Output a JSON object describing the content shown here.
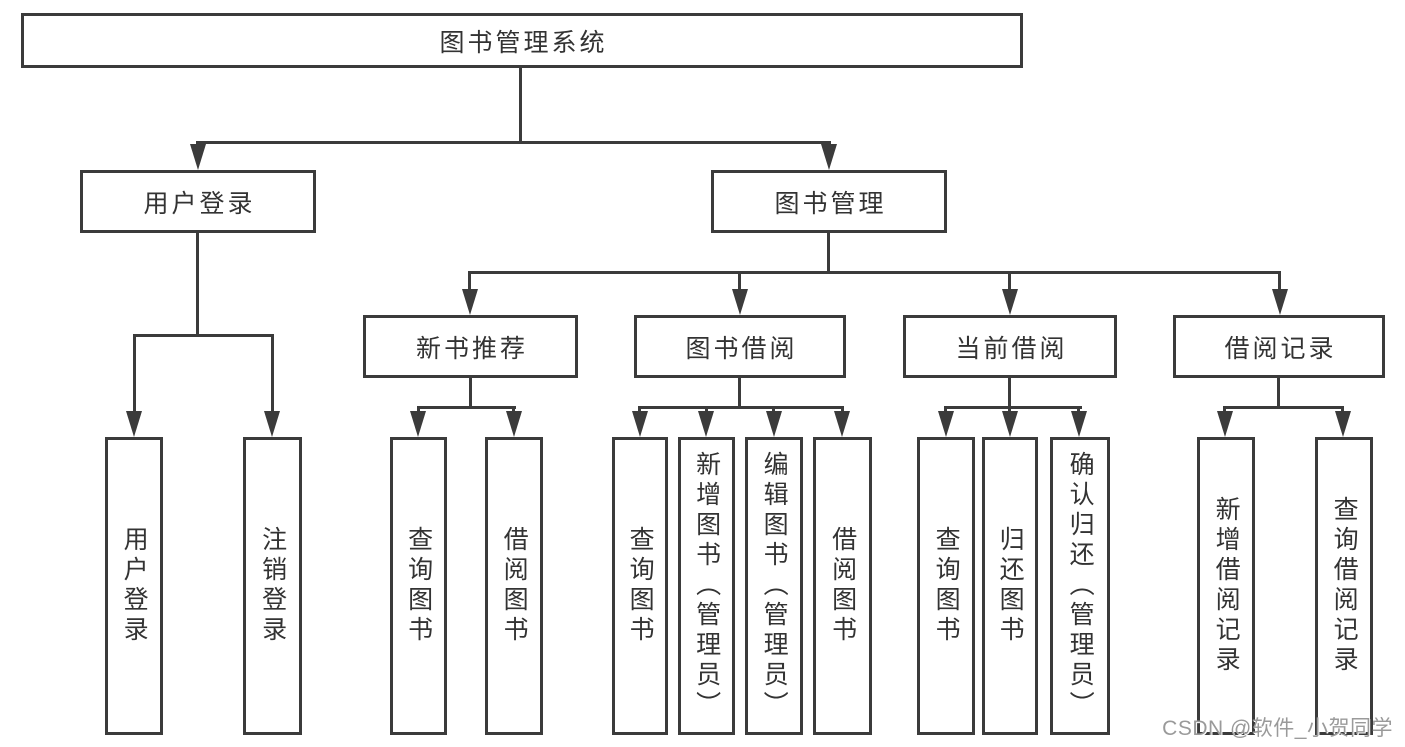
{
  "colors": {
    "background": "#ffffff",
    "line": "#3b3b3b",
    "text": "#333333",
    "watermark": "#9a9a9a"
  },
  "root": {
    "label": "图书管理系统"
  },
  "level2": [
    {
      "label": "用户登录"
    },
    {
      "label": "图书管理"
    }
  ],
  "level3": [
    {
      "label": "新书推荐"
    },
    {
      "label": "图书借阅"
    },
    {
      "label": "当前借阅"
    },
    {
      "label": "借阅记录"
    }
  ],
  "leaves": {
    "login": [
      {
        "label": "用户登录"
      },
      {
        "label": "注销登录"
      }
    ],
    "recommend": [
      {
        "label": "查询图书"
      },
      {
        "label": "借阅图书"
      }
    ],
    "borrow": [
      {
        "label": "查询图书"
      },
      {
        "label": "新增图书（管理员）"
      },
      {
        "label": "编辑图书（管理员）"
      },
      {
        "label": "借阅图书"
      }
    ],
    "current": [
      {
        "label": "查询图书"
      },
      {
        "label": "归还图书"
      },
      {
        "label": "确认归还（管理员）"
      }
    ],
    "records": [
      {
        "label": "新增借阅记录"
      },
      {
        "label": "查询借阅记录"
      }
    ]
  },
  "watermark": {
    "text": "CSDN @软件_小贺同学"
  }
}
